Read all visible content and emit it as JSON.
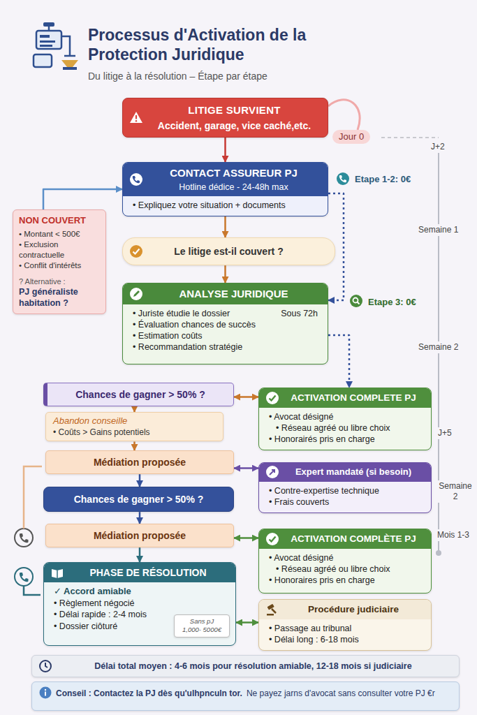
{
  "diagram": {
    "title": "Processus d'Activation de la Protection Juridique",
    "caption": "Du litige à la résolution – Étape par étape",
    "nodes": [
      {
        "text": [
          "LITIGE SURVIENT",
          "Accident, garage, vice caché,etc."
        ]
      },
      {
        "text": [
          "CONTACT ASSUREUR PJ",
          "Hotline dédice - 24-48h max",
          "• Expliquez votre situation + documents"
        ]
      },
      {
        "text": [
          "NON COUVERT",
          "• Montant < 500€",
          "• Exclusion contractuelle",
          "• Conflit d'intérêts",
          "? Alternative :",
          "PJ généraliste habitation ?"
        ]
      },
      {
        "text": [
          "Le litige est-il couvert ?"
        ]
      },
      {
        "text": [
          "ANALYSE JURIDIQUE",
          "• Juriste étudie le dossier",
          "Sous 72h",
          "• Évaluation chances de succès",
          "• Estimation coûts",
          "• Recommandation stratégie"
        ]
      },
      {
        "text": [
          "Chances de gagner > 50% ?"
        ]
      },
      {
        "text": [
          "ACTIVATION COMPLETE PJ",
          "• Avocat désigné",
          "• Réseau agréé ou libre choix",
          "• Honorairés pris en charge"
        ]
      },
      {
        "text": [
          "Abandon conseille",
          "• Coûts > Gains potentiels"
        ]
      },
      {
        "text": [
          "Médiation proposée"
        ]
      },
      {
        "text": [
          "Expert mandaté (si besoin)",
          "• Contre-expertise technique",
          "• Frais couverts"
        ]
      },
      {
        "text": [
          "Chances de gagner > 50% ?"
        ]
      },
      {
        "text": [
          "Médiation proposée"
        ]
      },
      {
        "text": [
          "ACTIVATION COMPLÈTE PJ",
          "• Avocat désigné",
          "• Réseau agréé ou libre choix",
          "• Honoraires pris en charge"
        ]
      },
      {
        "text": [
          "PHASE DE RÉSOLUTION",
          "✓ Accord amiable",
          "• Règlement négocié",
          "• Délai rapide : 2-4 mois",
          "• Dossier ciôturé"
        ]
      },
      {
        "text": [
          "Sans pJ",
          "1,000- 5000€"
        ],
        "in": 13
      },
      {
        "text": [
          "Procédure judiciaire",
          "• Passage au tribunal",
          "• Délai long : 6-18 mois"
        ]
      },
      {
        "text": [
          "Délai total moyen : 4-6 mois pour résolution amiable, 12-18 mois si judiciaire"
        ]
      },
      {
        "text": [
          "Conseil : Contactez la PJ dès qu'ulhpnculn tor.",
          "Ne payez jarns d'avocat sans consulter votre PJ €r"
        ]
      }
    ],
    "edges": [
      {
        "from": 0,
        "to": 1,
        "arrow": "to"
      },
      {
        "from": 1,
        "to": 3,
        "arrow": "to"
      },
      {
        "from": 3,
        "to": 4,
        "arrow": "to"
      },
      {
        "from": 2,
        "to": 1,
        "arrow": "to"
      },
      {
        "from": 1,
        "to": 4,
        "arrow": "to"
      },
      {
        "from": 4,
        "to": 6,
        "arrow": "to"
      },
      {
        "from": 5,
        "to": 6,
        "arrow": "both"
      },
      {
        "from": 5,
        "to": 7,
        "arrow": "to"
      },
      {
        "from": 7,
        "to": 8,
        "arrow": "to"
      },
      {
        "from": 8,
        "to": 9,
        "arrow": "both"
      },
      {
        "from": 8,
        "to": 10,
        "arrow": "to"
      },
      {
        "from": 10,
        "to": 11,
        "arrow": "to"
      },
      {
        "from": 11,
        "to": 12,
        "arrow": "both"
      },
      {
        "from": 11,
        "to": 13,
        "arrow": "to"
      },
      {
        "from": 13,
        "to": 15,
        "arrow": "both"
      }
    ],
    "labels": [
      "Jour 0",
      "Etape 1-2: 0€",
      "J+2",
      "Semaine 1",
      "Etape 3: 0€",
      "Semaine 2",
      "J+5",
      "Semaine 2",
      "Mois 1-3"
    ]
  }
}
